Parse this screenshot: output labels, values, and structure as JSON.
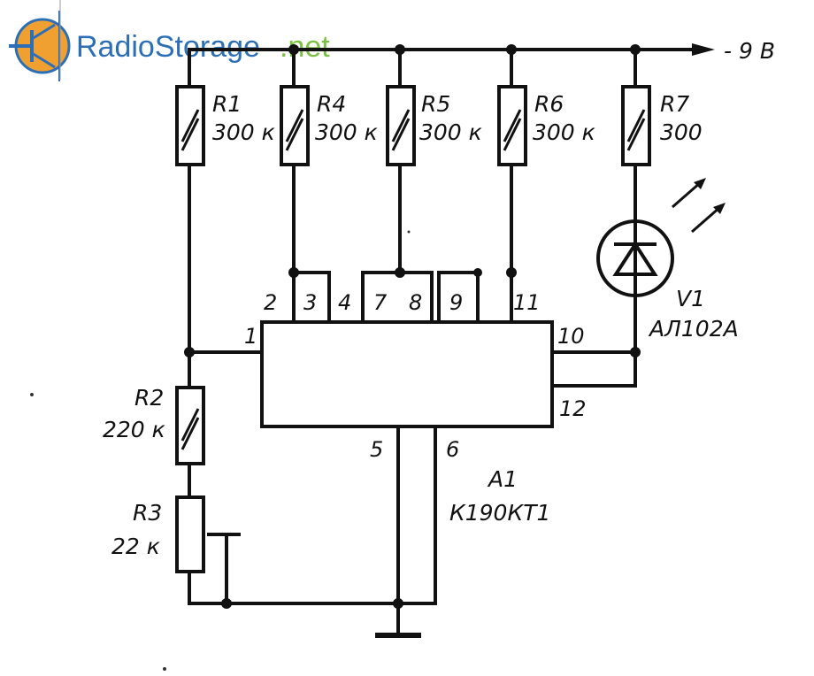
{
  "watermark": {
    "part1": "RadioStorage",
    "part2": ".net",
    "logo_icon": "transistor-logo-icon",
    "colors": {
      "blue": "#2c6fb7",
      "green": "#7cc142",
      "orange": "#f0a030"
    }
  },
  "supply": {
    "label": "- 9 В"
  },
  "resistors": [
    {
      "ref": "R1",
      "value": "300 к"
    },
    {
      "ref": "R4",
      "value": "300 к"
    },
    {
      "ref": "R5",
      "value": "300 к"
    },
    {
      "ref": "R6",
      "value": "300 к"
    },
    {
      "ref": "R7",
      "value": "300"
    },
    {
      "ref": "R2",
      "value": "220 к"
    },
    {
      "ref": "R3",
      "value": "22 к"
    }
  ],
  "led": {
    "ref": "V1",
    "part": "АЛ102А"
  },
  "ic": {
    "ref": "A1",
    "part": "К190КТ1",
    "pins": [
      "1",
      "2",
      "3",
      "4",
      "7",
      "8",
      "9",
      "11",
      "10",
      "12",
      "5",
      "6"
    ]
  }
}
